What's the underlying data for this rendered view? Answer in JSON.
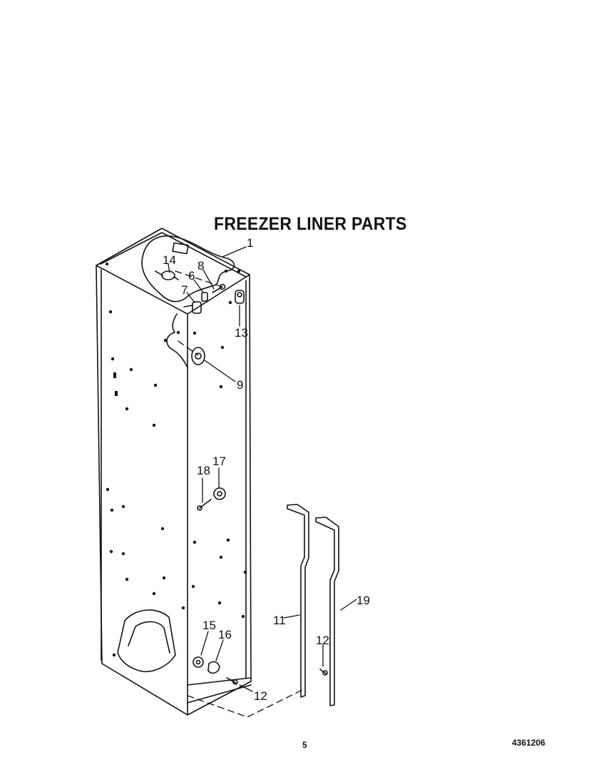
{
  "title": "FREEZER LINER PARTS",
  "page_number": "5",
  "document_number": "4361206",
  "callouts": [
    {
      "id": "1",
      "label": "1"
    },
    {
      "id": "14",
      "label": "14"
    },
    {
      "id": "8",
      "label": "8"
    },
    {
      "id": "6",
      "label": "6"
    },
    {
      "id": "7",
      "label": "7"
    },
    {
      "id": "13",
      "label": "13"
    },
    {
      "id": "9",
      "label": "9"
    },
    {
      "id": "18",
      "label": "18"
    },
    {
      "id": "17",
      "label": "17"
    },
    {
      "id": "19",
      "label": "19"
    },
    {
      "id": "11",
      "label": "11"
    },
    {
      "id": "12a",
      "label": "12"
    },
    {
      "id": "15",
      "label": "15"
    },
    {
      "id": "16",
      "label": "16"
    },
    {
      "id": "12b",
      "label": "12"
    }
  ],
  "colors": {
    "ink": "#111111",
    "paper": "#ffffff"
  }
}
